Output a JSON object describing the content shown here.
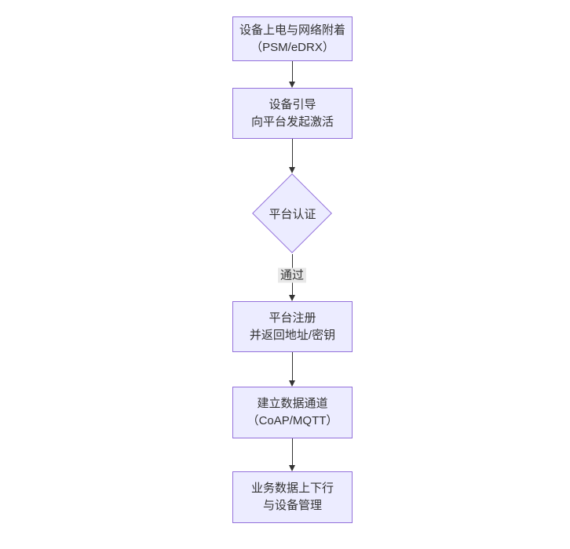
{
  "diagram": {
    "type": "flowchart",
    "direction": "top-down",
    "canvas_bg": "#ffffff",
    "node_fill": "#ECECFF",
    "node_border": "#9370DB",
    "text_color": "#333333",
    "arrow_color": "#333333",
    "edge_label_bg": "#e8e8e8"
  },
  "nodes": [
    {
      "id": "power-network-attach",
      "type": "rect",
      "lines": [
        "设备上电与网络附着",
        "（PSM/eDRX）"
      ]
    },
    {
      "id": "bootstrap-activate",
      "type": "rect",
      "lines": [
        "设备引导",
        "向平台发起激活"
      ]
    },
    {
      "id": "platform-auth",
      "type": "diamond",
      "lines": [
        "平台认证"
      ]
    },
    {
      "id": "platform-register",
      "type": "rect",
      "lines": [
        "平台注册",
        "并返回地址/密钥"
      ]
    },
    {
      "id": "data-channel",
      "type": "rect",
      "lines": [
        "建立数据通道",
        "（CoAP/MQTT）"
      ]
    },
    {
      "id": "business-data",
      "type": "rect",
      "lines": [
        "业务数据上下行",
        "与设备管理"
      ]
    }
  ],
  "edges": [
    {
      "from": "power-network-attach",
      "to": "bootstrap-activate",
      "label": ""
    },
    {
      "from": "bootstrap-activate",
      "to": "platform-auth",
      "label": ""
    },
    {
      "from": "platform-auth",
      "to": "platform-register",
      "label": "通过"
    },
    {
      "from": "platform-register",
      "to": "data-channel",
      "label": ""
    },
    {
      "from": "data-channel",
      "to": "business-data",
      "label": ""
    }
  ]
}
